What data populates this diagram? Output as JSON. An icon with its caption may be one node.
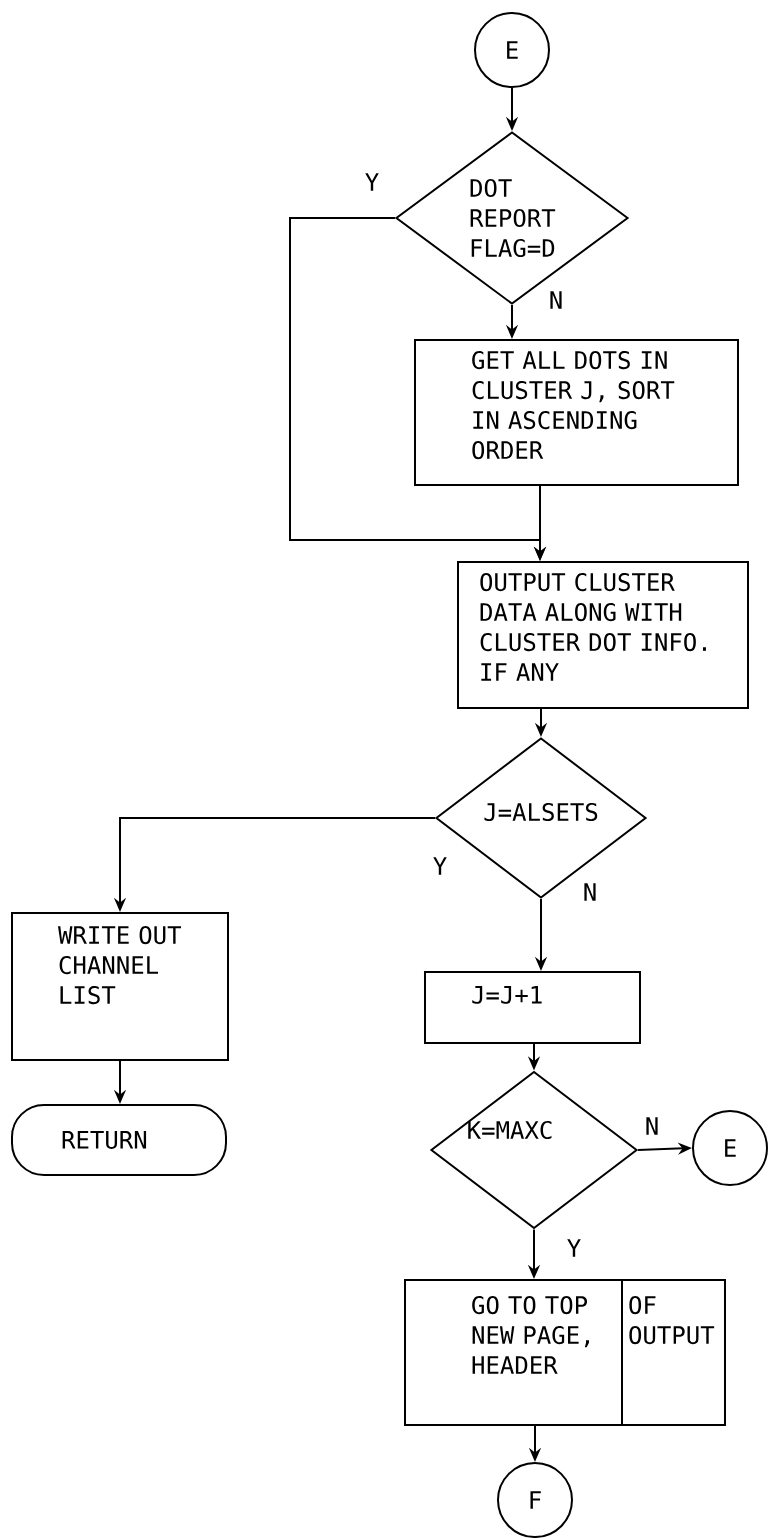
{
  "diagram": {
    "nodes": [
      {
        "text": [
          "E"
        ]
      },
      {
        "text": [
          "DOT REPORT FLAG=D"
        ]
      },
      {
        "text": [
          "GET ALL DOTS IN CLUSTER J, SORT IN ASCENDING ORDER"
        ]
      },
      {
        "text": [
          "OUTPUT CLUSTER DATA ALONG WITH CLUSTER DOT INFO. IF ANY"
        ]
      },
      {
        "text": [
          "J=ALSETS"
        ]
      },
      {
        "text": [
          "WRITE OUT CHANNEL LIST"
        ]
      },
      {
        "text": [
          "RETURN"
        ]
      },
      {
        "text": [
          "J=J+1"
        ]
      },
      {
        "text": [
          "K=MAXC"
        ]
      },
      {
        "text": [
          "E"
        ]
      },
      {
        "text": [
          "GO TO TOP NEW PAGE, HEADER",
          "OF OUTPUT"
        ]
      },
      {
        "text": [
          "F"
        ]
      }
    ],
    "edges": [
      {
        "from": 0,
        "to": 1,
        "arrow": "to"
      },
      {
        "from": 1,
        "to": 3,
        "arrow": "to",
        "label": "Y"
      },
      {
        "from": 1,
        "to": 2,
        "arrow": "to",
        "label": "N"
      },
      {
        "from": 2,
        "to": 3,
        "arrow": "to"
      },
      {
        "from": 3,
        "to": 4,
        "arrow": "to"
      },
      {
        "from": 4,
        "to": 5,
        "arrow": "to",
        "label": "Y"
      },
      {
        "from": 4,
        "to": 7,
        "arrow": "to",
        "label": "N"
      },
      {
        "from": 5,
        "to": 6,
        "arrow": "to"
      },
      {
        "from": 7,
        "to": 8,
        "arrow": "to"
      },
      {
        "from": 8,
        "to": 9,
        "arrow": "to",
        "label": "N"
      },
      {
        "from": 8,
        "to": 10,
        "arrow": "to",
        "label": "Y"
      },
      {
        "from": 10,
        "to": 11,
        "arrow": "to"
      }
    ]
  }
}
